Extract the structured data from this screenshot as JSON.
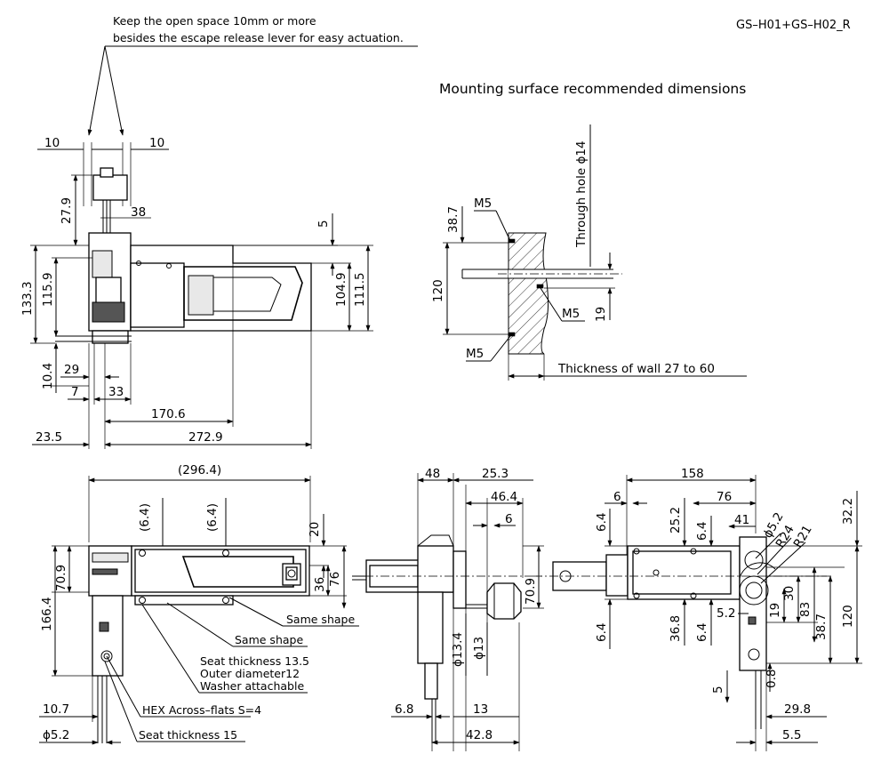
{
  "drawing_id": "GS–H01+GS–H02_R",
  "notes": {
    "clearance_line1": "Keep the open space 10mm or more",
    "clearance_line2": "besides the escape release lever for easy actuation.",
    "mounting_title": "Mounting surface recommended dimensions",
    "through_hole": "Through hole ϕ14",
    "thickness_of_wall": "Thickness of wall 27 to 60",
    "same_shape_1": "Same shape",
    "same_shape_2": "Same shape",
    "seat_thickness_13_5": "Seat thickness 13.5",
    "outer_diameter": "Outer diameter12",
    "washer": "Washer attachable",
    "hex": "HEX Across–flats S=4",
    "seat_thickness_15": "Seat thickness 15"
  },
  "top_view": {
    "d_10_left": "10",
    "d_10_right": "10",
    "d_27_9": "27.9",
    "d_38": "38",
    "d_5": "5",
    "d_133_3": "133.3",
    "d_115_9": "115.9",
    "d_104_9": "104.9",
    "d_111_5": "111.5",
    "d_10_4": "10.4",
    "d_29": "29",
    "d_7": "7",
    "d_33": "33",
    "d_170_6": "170.6",
    "d_23_5": "23.5",
    "d_272_9": "272.9"
  },
  "mounting": {
    "m5_top": "M5",
    "m5_mid": "M5",
    "m5_bottom": "M5",
    "d_38_7": "38.7",
    "d_120": "120",
    "d_19": "19"
  },
  "front_view": {
    "d_296_4": "(296.4)",
    "d_6_4_a": "(6.4)",
    "d_6_4_b": "(6.4)",
    "d_20": "20",
    "d_70_9": "70.9",
    "d_36": "36",
    "d_76": "76",
    "d_166_4": "166.4",
    "d_10_7": "10.7",
    "d_phi5_2": "ϕ5.2"
  },
  "side_view": {
    "d_48": "48",
    "d_25_3": "25.3",
    "d_46_4": "46.4",
    "d_6": "6",
    "d_70_9": "70.9",
    "d_phi13_4": "ϕ13.4",
    "d_phi13": "ϕ13",
    "d_6_8": "6.8",
    "d_13": "13",
    "d_42_8": "42.8"
  },
  "right_view": {
    "d_158": "158",
    "d_6": "6",
    "d_76": "76",
    "d_32_2": "32.2",
    "d_6_4_a": "6.4",
    "d_25_2": "25.2",
    "d_6_4_b": "6.4",
    "d_41": "41",
    "d_phi5_2": "ϕ5.2",
    "d_R24": "R24",
    "d_R21": "R21",
    "d_6_4_c": "6.4",
    "d_36_8": "36.8",
    "d_6_4_d": "6.4",
    "d_5_2": "5.2",
    "d_19": "19",
    "d_30": "30",
    "d_83": "83",
    "d_38_7": "38.7",
    "d_120": "120",
    "d_5": "5",
    "d_0_8": "0.8",
    "d_29_8": "29.8",
    "d_5_5": "5.5"
  }
}
